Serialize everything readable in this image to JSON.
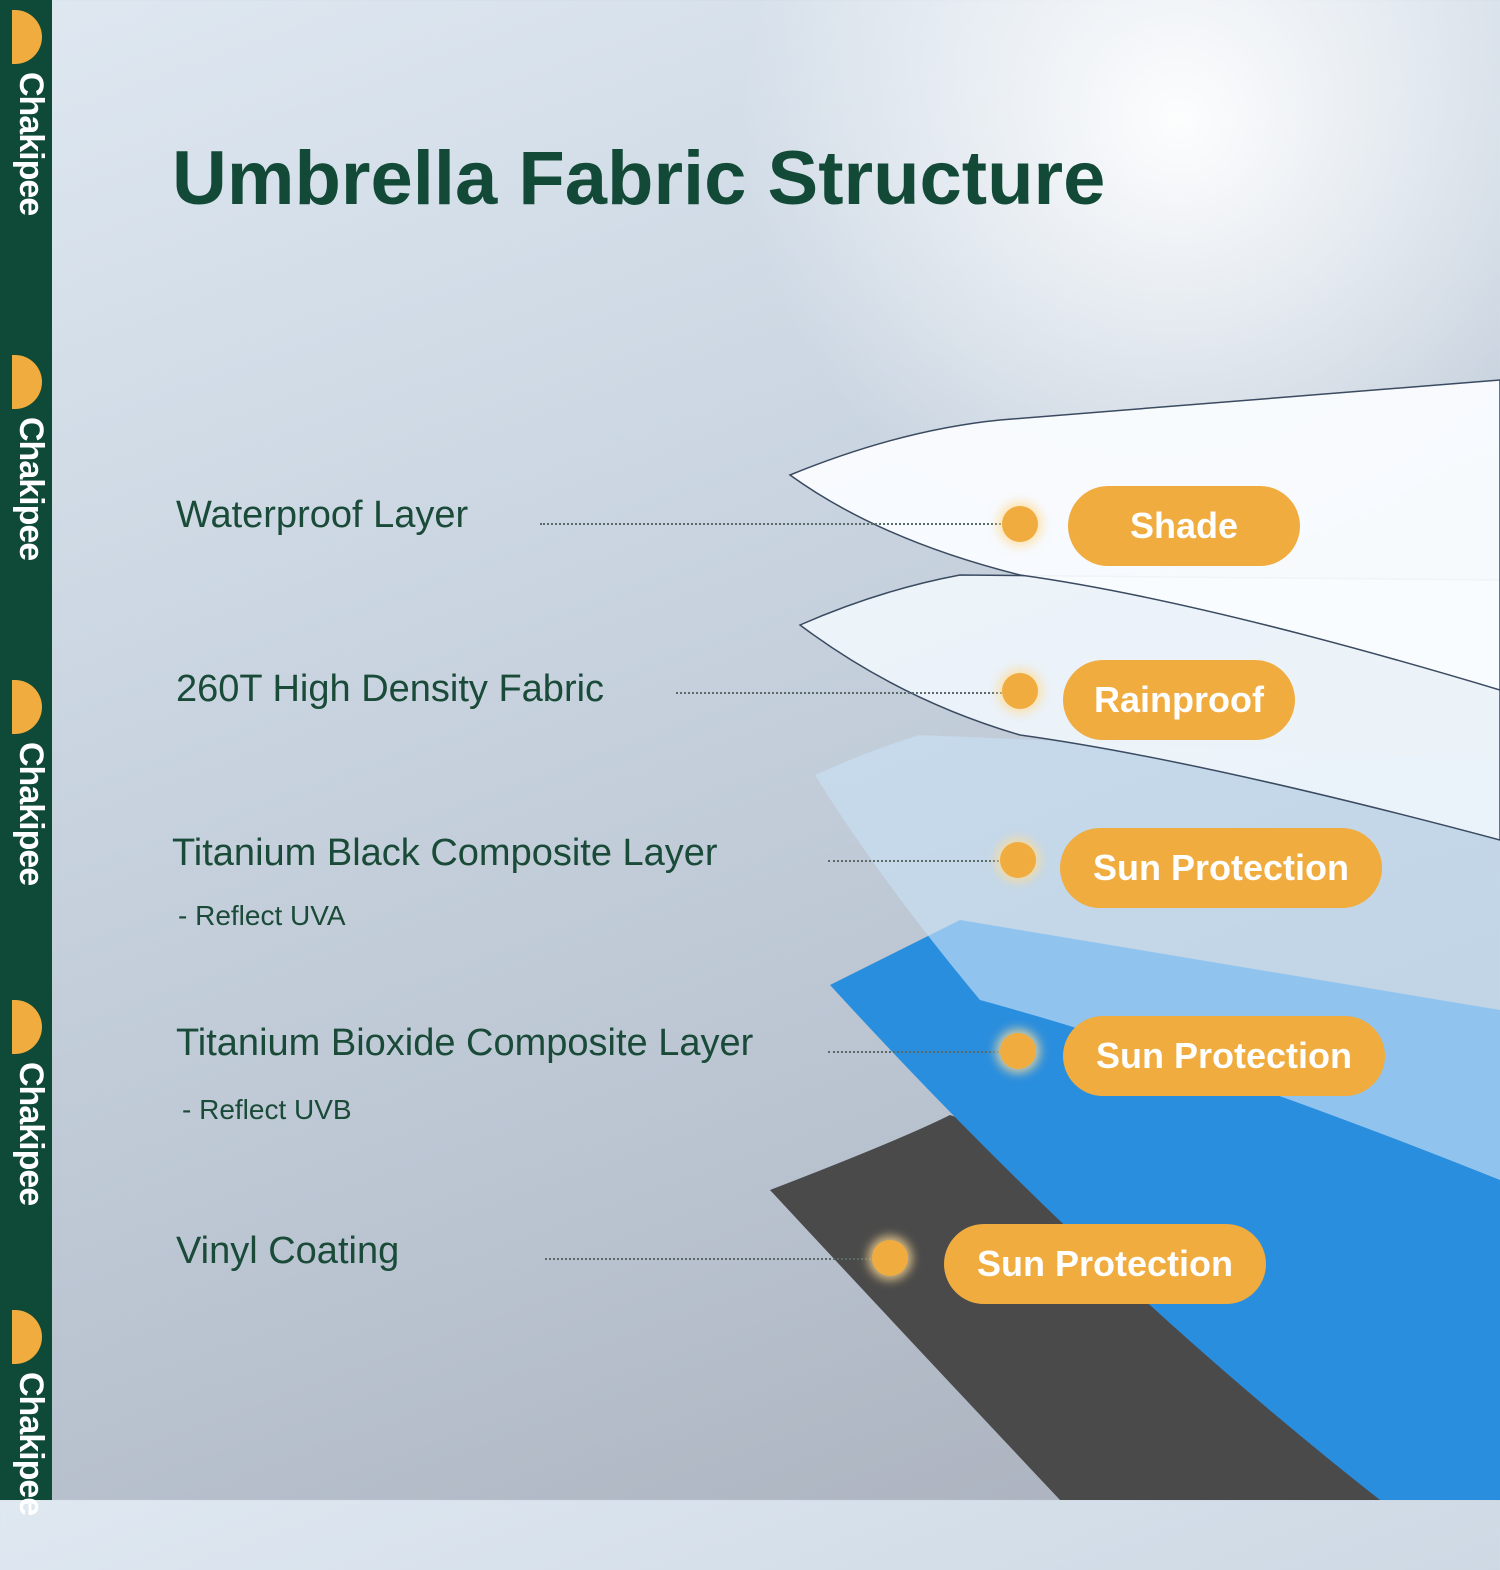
{
  "brand": {
    "name": "Chakipee",
    "repeat": 5
  },
  "title": "Umbrella Fabric Structure",
  "layers": [
    {
      "label": "Waterproof Layer",
      "sub": null,
      "feature": "Shade"
    },
    {
      "label": "260T High Density Fabric",
      "sub": null,
      "feature": "Rainproof"
    },
    {
      "label": "Titanium Black Composite Layer",
      "sub": "- Reflect UVA",
      "feature": "Sun Protection"
    },
    {
      "label": "Titanium Bioxide Composite Layer",
      "sub": "- Reflect UVB",
      "feature": "Sun Protection"
    },
    {
      "label": "Vinyl Coating",
      "sub": null,
      "feature": "Sun Protection"
    }
  ],
  "colors": {
    "accent": "#f0ac3e",
    "brand_green": "#0f4a38",
    "title": "#134a37",
    "blue_layer": "#2a8ede",
    "dark_layer": "#4a4a4a"
  }
}
